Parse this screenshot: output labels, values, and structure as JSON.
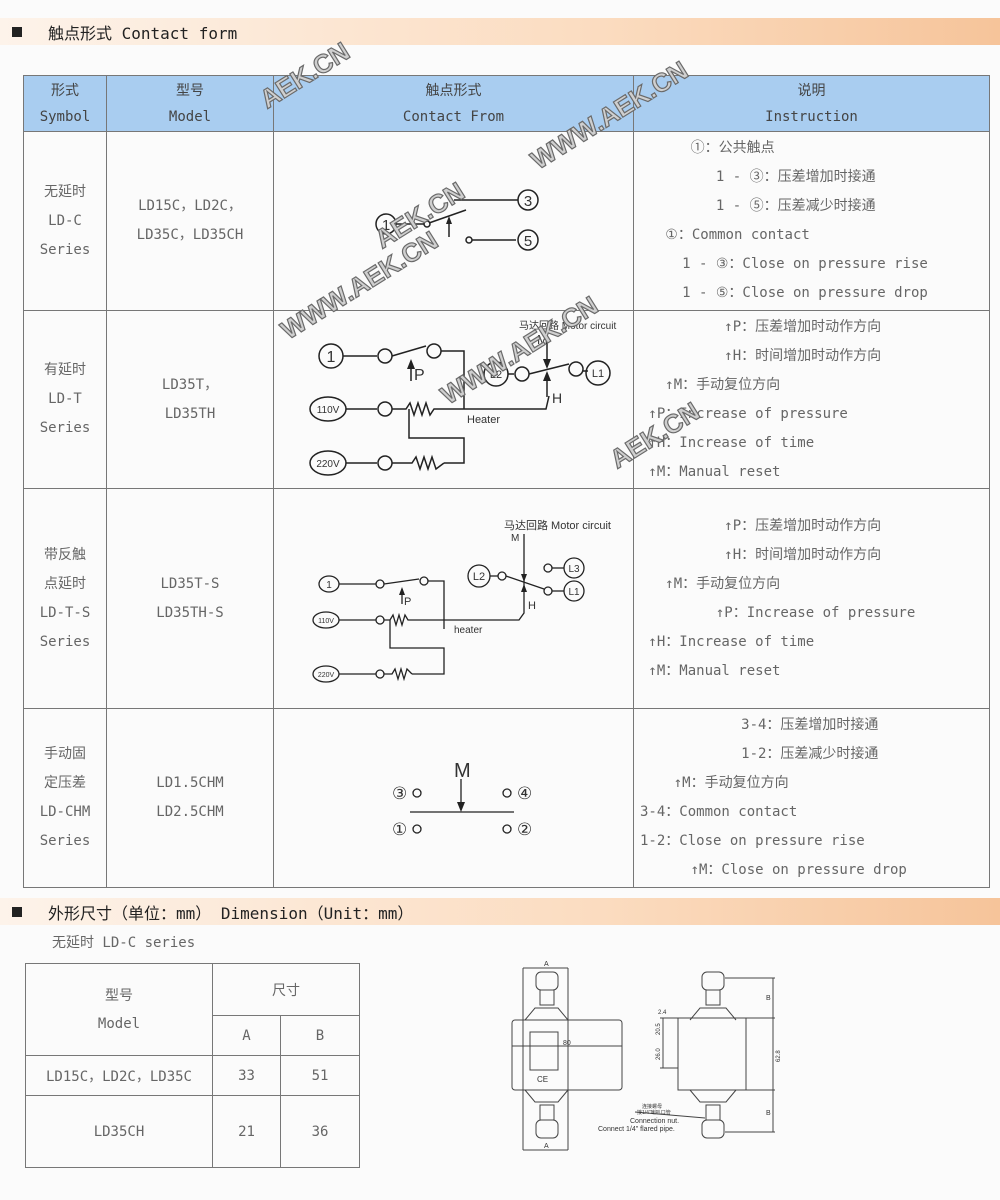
{
  "section1": {
    "title": "触点形式 Contact form"
  },
  "table": {
    "headers": [
      {
        "cn": "形式",
        "en": "Symbol"
      },
      {
        "cn": "型号",
        "en": "Model"
      },
      {
        "cn": "触点形式",
        "en": "Contact From"
      },
      {
        "cn": "说明",
        "en": "Instruction"
      }
    ],
    "rows": [
      {
        "symbol": [
          "无延时",
          "LD-C",
          "Series"
        ],
        "model": [
          "LD15C，LD2C，",
          "LD35C，LD35CH"
        ],
        "instruction": [
          "      ①：公共触点",
          "         1 - ③：压差增加时接通",
          "         1 - ⑤：压差减少时接通",
          "   ①：Common contact",
          "     1 - ③：Close on pressure rise",
          "     1 - ⑤：Close on pressure drop"
        ]
      },
      {
        "symbol": [
          "有延时",
          "LD-T",
          "Series"
        ],
        "model": [
          "LD35T，",
          "LD35TH"
        ],
        "instruction": [
          "          ↑P：压差增加时动作方向",
          "          ↑H：时间增加时动作方向",
          "   ↑M：手动复位方向",
          " ↑P：Increase of pressure",
          " ↑H：Increase of time",
          " ↑M：Manual reset"
        ]
      },
      {
        "symbol": [
          "带反触",
          "点延时",
          "LD-T-S",
          "Series"
        ],
        "model": [
          "LD35T-S",
          "LD35TH-S"
        ],
        "instruction": [
          "          ↑P：压差增加时动作方向",
          "          ↑H：时间增加时动作方向",
          "   ↑M：手动复位方向",
          "         ↑P：Increase of pressure",
          " ↑H：Increase of time",
          " ↑M：Manual reset"
        ]
      },
      {
        "symbol": [
          "手动固",
          "定压差",
          "LD-CHM",
          "Series"
        ],
        "model": [
          "LD1.5CHM",
          "LD2.5CHM"
        ],
        "instruction": [
          "            3-4：压差增加时接通",
          "            1-2：压差减少时接通",
          "    ↑M：手动复位方向",
          "3-4：Common contact",
          "1-2：Close on pressure rise",
          "      ↑M：Close on pressure drop"
        ]
      }
    ]
  },
  "diagrams": {
    "c1": "①",
    "c3": "③",
    "c5": "⑤",
    "n1": "1",
    "p": "P",
    "v110": "110V",
    "v220": "220V",
    "heater": "Heater",
    "heater2": "heater",
    "motor": "马达回路 Motor circuit",
    "m": "M",
    "h": "H",
    "l1": "L1",
    "l2": "L2",
    "l3": "L3",
    "c2": "②",
    "c4": "④"
  },
  "section2": {
    "title": "外形尺寸（单位：mm）  Dimension（Unit：mm）",
    "subtitle": "无延时 LD-C series"
  },
  "dim_table": {
    "model_cn": "型号",
    "model_en": "Model",
    "size": "尺寸",
    "a": "A",
    "b": "B",
    "rows": [
      {
        "model": "LD15C，LD2C，LD35C",
        "a": "33",
        "b": "51"
      },
      {
        "model": "LD35CH",
        "a": "21",
        "b": "36"
      }
    ]
  },
  "drawing": {
    "dim80": "80",
    "d24": "2.4",
    "d205": "20.5",
    "d260": "26.0",
    "d628": "62.8",
    "a": "A",
    "b": "B",
    "nut_cn": "连接螺母",
    "nut_cn2": "接1/4\"喇叭口管",
    "nut1": "Connection nut.",
    "nut2": "Connect 1/4\" flared pipe.",
    "ce": "CE"
  },
  "watermarks": [
    "AEK.CN",
    "WWW.AEK.CN",
    "AEK.CN",
    "WWW.AEK.CN",
    "WWW.AEK.CN",
    "AEK.CN"
  ]
}
